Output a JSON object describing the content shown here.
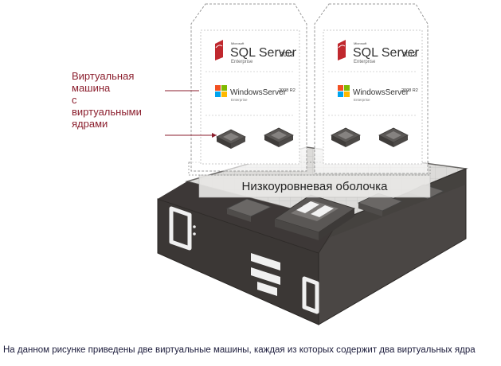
{
  "labels": {
    "vm_label": [
      "Виртуальная",
      "машина",
      "с",
      "виртуальными",
      "ядрами"
    ],
    "hypervisor": "Низкоуровневая оболочка",
    "caption": "На данном рисунке приведены две виртуальные машины, каждая из которых содержит два виртуальных ядра"
  },
  "vms": [
    {
      "sql": {
        "ms": "Microsoft",
        "product": "SQL Server",
        "year": "2012",
        "edition": "Enterprise"
      },
      "windows": {
        "product": "WindowsServer",
        "year": "2008 R2",
        "edition": "Enterprise"
      }
    },
    {
      "sql": {
        "ms": "Microsoft",
        "product": "SQL Server",
        "year": "2012",
        "edition": "Enterprise"
      },
      "windows": {
        "product": "WindowsServer",
        "year": "2008 R2",
        "edition": "Enterprise"
      }
    }
  ],
  "colors": {
    "label_color": "#8b1e2d",
    "server_dark": "#3a3634",
    "server_top": "#e3e2e0",
    "leader_line": "#8b1e2d"
  }
}
